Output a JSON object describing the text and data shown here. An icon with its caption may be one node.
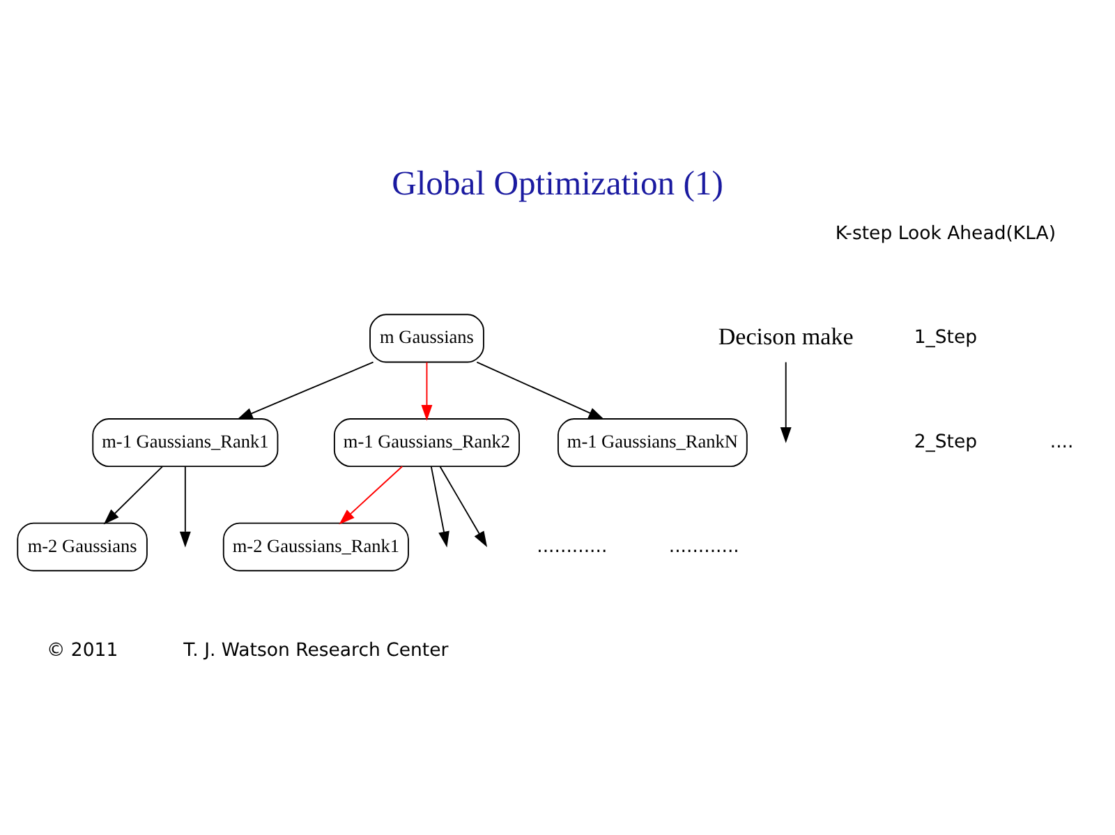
{
  "diagram": {
    "title": "Global Optimization (1)",
    "nodes": [
      {
        "text": [
          "m Gaussians"
        ]
      },
      {
        "text": [
          "m-1 Gaussians_Rank1"
        ]
      },
      {
        "text": [
          "m-1 Gaussians_Rank2"
        ]
      },
      {
        "text": [
          "m-1 Gaussians_RankN"
        ]
      },
      {
        "text": [
          "m-2 Gaussians"
        ]
      },
      {
        "text": [
          "m-2 Gaussians_Rank1"
        ]
      },
      {
        "text": [
          "Decison make"
        ]
      }
    ],
    "edges": [
      {
        "from": 0,
        "to": 1,
        "arrow": "to"
      },
      {
        "from": 0,
        "to": 2,
        "arrow": "to",
        "color": "#ff0000"
      },
      {
        "from": 0,
        "to": 3,
        "arrow": "to"
      },
      {
        "from": 6,
        "to": null,
        "arrow": "to"
      },
      {
        "from": 1,
        "to": 4,
        "arrow": "to"
      },
      {
        "from": 1,
        "to": null,
        "arrow": "to"
      },
      {
        "from": 2,
        "to": null,
        "arrow": "to"
      },
      {
        "from": 2,
        "to": 5,
        "arrow": "to",
        "color": "#ff0000"
      },
      {
        "from": 2,
        "to": null,
        "arrow": "to"
      }
    ],
    "labels": [
      "K-step Look Ahead(KLA)",
      "1_Step",
      "2_Step",
      "....",
      "............",
      "............",
      "© 2011",
      "T. J. Watson Research Center"
    ]
  }
}
